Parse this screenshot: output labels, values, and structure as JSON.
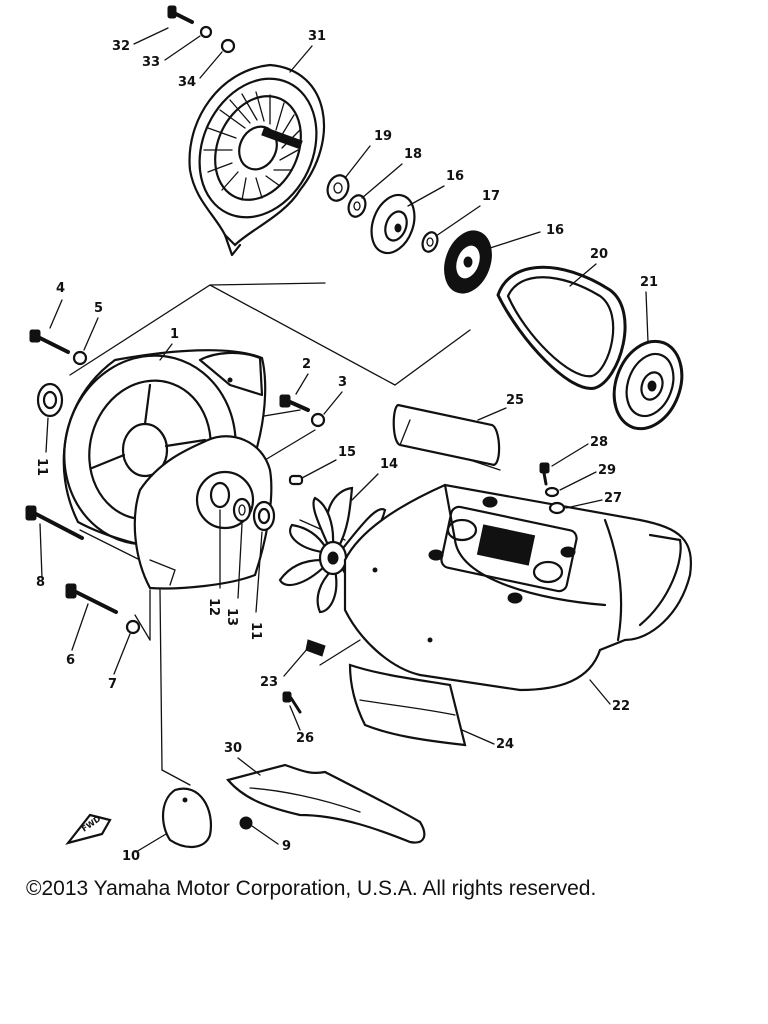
{
  "copyright": "©2013 Yamaha Motor Corporation, U.S.A. All rights reserved.",
  "direction_marker": "FWD",
  "part_numbers": {
    "p1": "1",
    "p2": "2",
    "p3": "3",
    "p4": "4",
    "p5": "5",
    "p6": "6",
    "p7": "7",
    "p8": "8",
    "p9": "9",
    "p10": "10",
    "p11a": "11",
    "p11b": "11",
    "p12": "12",
    "p13": "13",
    "p14": "14",
    "p15": "15",
    "p16a": "16",
    "p16b": "16",
    "p17": "17",
    "p18": "18",
    "p19": "19",
    "p20": "20",
    "p21": "21",
    "p22": "22",
    "p23": "23",
    "p24": "24",
    "p25": "25",
    "p26": "26",
    "p27": "27",
    "p28": "28",
    "p29": "29",
    "p30": "30",
    "p31": "31",
    "p32": "32",
    "p33": "33",
    "p34": "34"
  }
}
